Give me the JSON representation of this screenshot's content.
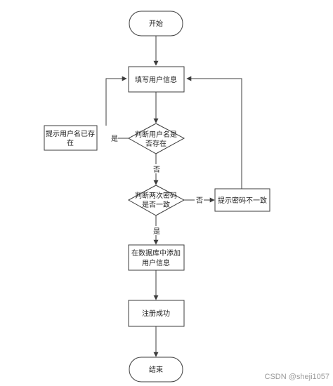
{
  "nodes": {
    "start": "开始",
    "fill_info": "填写用户信息",
    "check_user_line1": "判断用户名是",
    "check_user_line2": "否存在",
    "user_exists_line1": "提示用户名已存",
    "user_exists_line2": "在",
    "check_pwd_line1": "判断两次密码",
    "check_pwd_line2": "是否一致",
    "pwd_mismatch": "提示密码不一致",
    "add_db_line1": "在数据库中添加",
    "add_db_line2": "用户信息",
    "success": "注册成功",
    "end": "结束"
  },
  "edges": {
    "yes_user": "是",
    "no_user": "否",
    "no_pwd": "否",
    "yes_pwd": "是"
  },
  "watermark": "CSDN @sheji1057"
}
